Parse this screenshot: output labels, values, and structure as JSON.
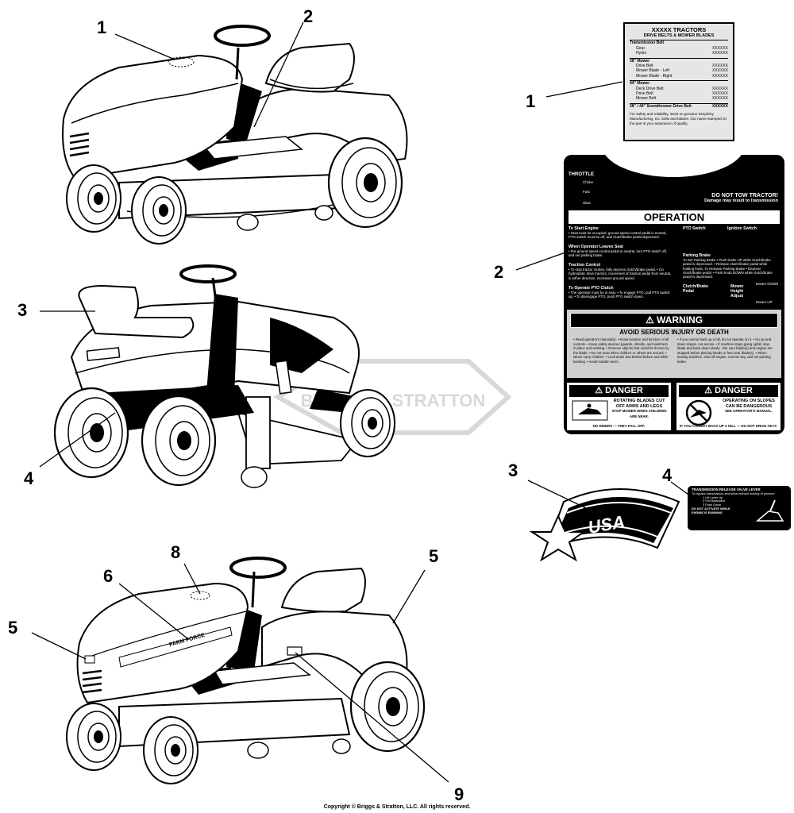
{
  "callouts": {
    "c1_top": "1",
    "c2_top": "2",
    "c3_mid": "3",
    "c4_mid": "4",
    "c5_bottom_left": "5",
    "c6_bottom": "6",
    "c8_bottom": "8",
    "c5_bottom_right": "5",
    "c9_bottom": "9",
    "c1_right": "1",
    "c2_right": "2",
    "c3_right": "3",
    "c4_right": "4"
  },
  "watermark": "BRIGGS & STRATTON",
  "decal1": {
    "title": "XXXXX TRACTORS",
    "subtitle": "DRIVE BELTS & MOWER BLADES",
    "rows": [
      {
        "label": "Transmission Belt",
        "value": "",
        "section": true
      },
      {
        "label": "Gear",
        "value": "XXXXXX",
        "section": false
      },
      {
        "label": "Hydro",
        "value": "XXXXXX",
        "section": false
      },
      {
        "label": "38\" Mower",
        "value": "",
        "section": true
      },
      {
        "label": "Drive Belt",
        "value": "XXXXXX",
        "section": false
      },
      {
        "label": "Mower Blade - Left",
        "value": "XXXXXX",
        "section": false
      },
      {
        "label": "Mower Blade - Right",
        "value": "XXXXXX",
        "section": false
      },
      {
        "label": "44\" Mower",
        "value": "",
        "section": true
      },
      {
        "label": "Deck Drive Belt",
        "value": "XXXXXX",
        "section": false
      },
      {
        "label": "Drive Belt",
        "value": "XXXXXX",
        "section": false
      },
      {
        "label": "Mower Belt",
        "value": "XXXXXX",
        "section": false
      },
      {
        "label": "38\" / 44\" Snowthrower Drive Belt",
        "value": "XXXXXX",
        "section": true
      }
    ],
    "footer": "For safety and reliability, insist on genuine Simplicity Manufacturing, Inc. belts and blades. Our name stamped on the part is your assurance of quality."
  },
  "decal2": {
    "throttle": "THROTTLE",
    "throttle_items": [
      "Choke",
      "Fast",
      "Slow"
    ],
    "tow_title": "DO NOT TOW TRACTOR!",
    "tow_sub": "Damage may result to transmission",
    "operation": "OPERATION",
    "start_title": "To Start Engine",
    "start_text": "• Seat must be occupied, ground speed control pedal in neutral, PTO switch must be off, and clutch/brake pedal depressed.",
    "leave_title": "When Operator Leaves Seat",
    "leave_text": "• Put ground speed control pedal in neutral, turn PTO switch off, and set parking brake.",
    "traction_title": "Traction Control",
    "traction_text": "• To stop tractor motion, fully depress clutch/brake pedal. • On hydrostatic drive tractors, movement of traction pedal from neutral, in either direction, increases ground speed.",
    "pto_title": "To Operate PTO Clutch",
    "pto_text": "• The operator must be in seat. • To engage PTO, pull PTO switch up. • To disengage PTO, push PTO switch down.",
    "pto_switch": "PTO Switch",
    "ignition": "Ignition Switch",
    "parking": "Parking Brake",
    "parking_text": "To Set Parking Brake • Push brake UP while clutch/brake pedal is depressed. • Release clutch/brake pedal while holding knob. To Release Parking Brake • Depress clutch/brake pedal. • Push knob DOWN while clutch/brake pedal is depressed.",
    "clutch": "Clutch/Brake Pedal",
    "mower_height": "Mower Height Adjust",
    "mower_down": "Mower DOWN",
    "mower_up": "Mower UP",
    "warning": "⚠ WARNING",
    "warning_sub": "AVOID SERIOUS INJURY OR DEATH",
    "warning_left": "• Read operator's manual(s). • Know location and function of all controls. • Keep safety devices (guards, shields, and switches) in place and working. • Remove objects that could be thrown by the blade. • Do not mow when children or others are around. • Never carry children. • Look down and behind before and while backing. • Avoid sudden turns.",
    "warning_right": "• If you cannot back up a hill, do not operate on it. • Go up and down slopes, not across. • If machine stops going uphill, stop blade and back down slowly. • Be sure blade(s) and engine are stopped before placing hands or feet near blade(s). • When leaving machine, shut off engine, remove key, and set parking brake.",
    "danger1_title": "⚠ DANGER",
    "danger1_text": "ROTATING BLADES CUT OFF ARMS AND LEGS",
    "danger1_sub": "STOP MOWER WHEN CHILDREN ARE NEAR.",
    "danger1_note": "NO RIDERS — THEY FALL OFF.",
    "danger2_title": "⚠ DANGER",
    "danger2_text": "OPERATING ON SLOPES CAN BE DANGEROUS",
    "danger2_sub": "SEE OPERATOR'S MANUAL.",
    "danger2_note": "IF YOU CANNOT BACK UP A HILL — DO NOT DRIVE ON IT."
  },
  "decal3": {
    "text": "USA"
  },
  "decal4": {
    "title": "TRANSMISSION RELEASE VALVE LEVER",
    "line1": "To bypass transmission and allow manual moving of product:",
    "steps": [
      "1 Lift Lever Up",
      "2 Pull Backward",
      "3 Push Down"
    ],
    "warn": "DO NOT ACTIVATE WHILE ENGINE IS RUNNING"
  },
  "tractor_label": "FARM FORCE",
  "copyright": "Copyright © Briggs & Stratton, LLC. All rights reserved."
}
